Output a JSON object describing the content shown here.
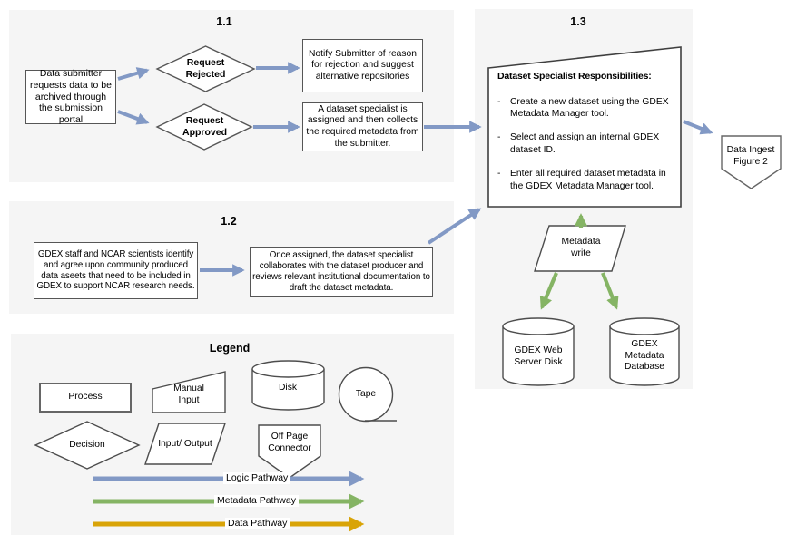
{
  "colors": {
    "section_background": "#f5f5f5",
    "shape_border": "#565656",
    "logic_pathway_blue": "#8299c5",
    "metadata_pathway_green": "#85b464",
    "data_pathway_orange": "#d9a408"
  },
  "sections": {
    "s11": {
      "label": "1.1",
      "nodes": {
        "submitter_request": "Data submitter requests data to be archived through the submission portal",
        "request_rejected": "Request Rejected",
        "request_approved": "Request Approved",
        "notify_submitter": "Notify Submitter of reason for rejection and suggest alternative repositories",
        "specialist_assigned": "A dataset specialist is assigned and then collects the required metadata from the submitter."
      }
    },
    "s12": {
      "label": "1.2",
      "nodes": {
        "identify_assets": "GDEX staff and NCAR scientists identify and agree upon community produced data aseets that need to be included in GDEX to support NCAR research needs.",
        "collaborate": "Once assigned, the dataset specialist collaborates with the dataset producer and reviews relevant institutional documentation to draft the dataset metadata."
      }
    },
    "s13": {
      "label": "1.3",
      "responsibilities": {
        "title": "Dataset Specialist Responsibilities:",
        "marker": "-",
        "items": [
          "Create a new dataset using the GDEX Metadata Manager tool.",
          "Select and assign an internal GDEX dataset ID.",
          "Enter all required dataset metadata in the GDEX Metadata Manager tool."
        ]
      },
      "nodes": {
        "metadata_write": "Metadata write",
        "web_server_disk": "GDEX Web Server Disk",
        "metadata_database": "GDEX Metadata Database"
      }
    },
    "offpage": {
      "data_ingest": "Data Ingest Figure 2"
    },
    "legend": {
      "title": "Legend",
      "shapes": {
        "process": "Process",
        "manual_input": "Manual Input",
        "decision": "Decision",
        "input_output": "Input/ Output",
        "disk": "Disk",
        "tape": "Tape",
        "off_page_connector": "Off Page Connector"
      },
      "pathways": [
        {
          "label": "Logic Pathway",
          "color": "#8299c5"
        },
        {
          "label": "Metadata Pathway",
          "color": "#85b464"
        },
        {
          "label": "Data Pathway",
          "color": "#d9a408"
        }
      ]
    }
  }
}
